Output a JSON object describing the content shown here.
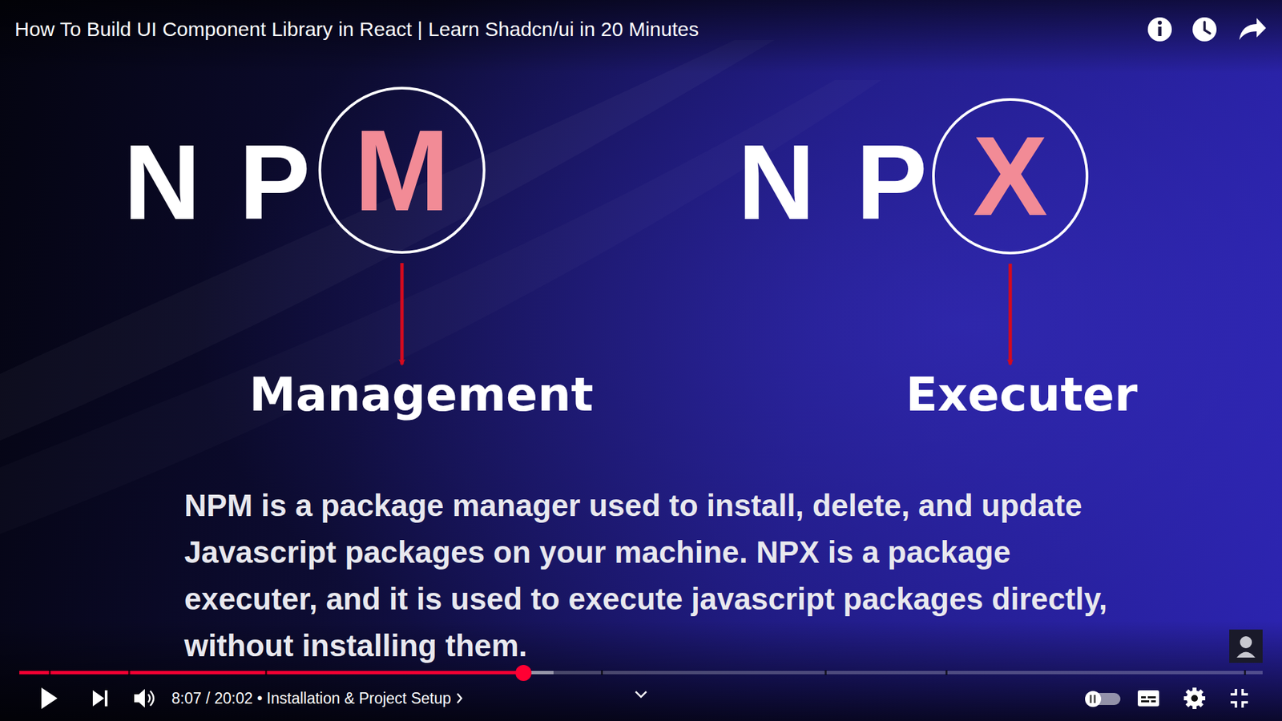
{
  "diagram": {
    "title": "How To Build UI Component Library in React | Learn Shadcn/ui in 20 Minutes",
    "nodes": [
      {
        "text": [
          "M"
        ]
      },
      {
        "text": [
          "X"
        ]
      },
      {
        "text": [
          "Management"
        ]
      },
      {
        "text": [
          "Executer"
        ]
      }
    ],
    "edges": [
      {
        "from": 0,
        "to": 2,
        "arrow": "to"
      },
      {
        "from": 1,
        "to": 3,
        "arrow": "to"
      }
    ],
    "labels": [
      "N",
      "P",
      "N",
      "P",
      "NPM is a package manager used to install, delete, and update Javascript packages on your machine. NPX is a package executer, and it is used to execute javascript packages directly, without installing them.",
      "8:07 / 20:02 • Installation & Project Setup"
    ]
  }
}
